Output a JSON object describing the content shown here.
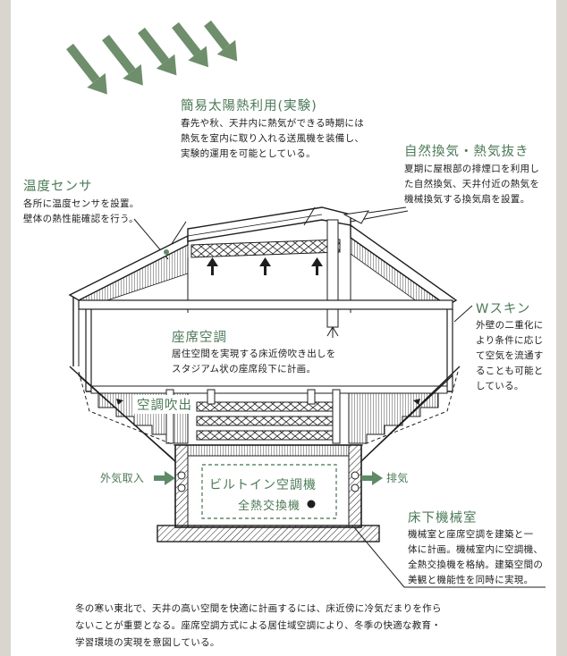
{
  "colors": {
    "heading_green": "#4d7a58",
    "line_black": "#1e1e1e",
    "box_green": "#5f8a68",
    "paper": "#ffffff",
    "background": "#d9d6cf"
  },
  "solar": {
    "title": "簡易太陽熱利用(実験)",
    "lines": [
      "春先や秋、天井内に熱気ができる時期には",
      "熱気を室内に取り入れる送風機を装備し、",
      "実験的運用を可能としている。"
    ]
  },
  "vent": {
    "title": "自然換気・熱気抜き",
    "lines": [
      "夏期に屋根部の排煙口を利用し",
      "た自然換気、天井付近の熱気を",
      "機械換気する換気扇を設置。"
    ]
  },
  "sensor": {
    "title": "温度センサ",
    "lines": [
      "各所に温度センサを設置。",
      "壁体の熱性能確認を行う。"
    ]
  },
  "wskin": {
    "title": "Wスキン",
    "lines": [
      "外壁の二重化に",
      "より条件に応じ",
      "て空気を流通す",
      "ることも可能と",
      "している。"
    ]
  },
  "seat": {
    "title": "座席空調",
    "lines": [
      "居住空間を実現する床近傍吹き出しを",
      "スタジアム状の座席段下に計画。"
    ]
  },
  "outlet_label": "空調吹出",
  "intake_label": "外気取入",
  "exhaust_label": "排気",
  "builtin": {
    "title": "ビルトイン空調機",
    "sub": "全熱交換機"
  },
  "machine": {
    "title": "床下機械室",
    "lines": [
      "機械室と座席空調を建築と一",
      "体に計画。機械室内に空調機、",
      "全熱交換機を格納。建築空間の",
      "美観と機能性を同時に実現。"
    ]
  },
  "footer": {
    "lines": [
      "冬の寒い東北で、天井の高い空間を快適に計画するには、床近傍に冷気だまりを作ら",
      "ないことが重要となる。座席空調方式による居住域空調により、冬季の快適な教育・",
      "学習環境の実現を意図している。"
    ]
  }
}
